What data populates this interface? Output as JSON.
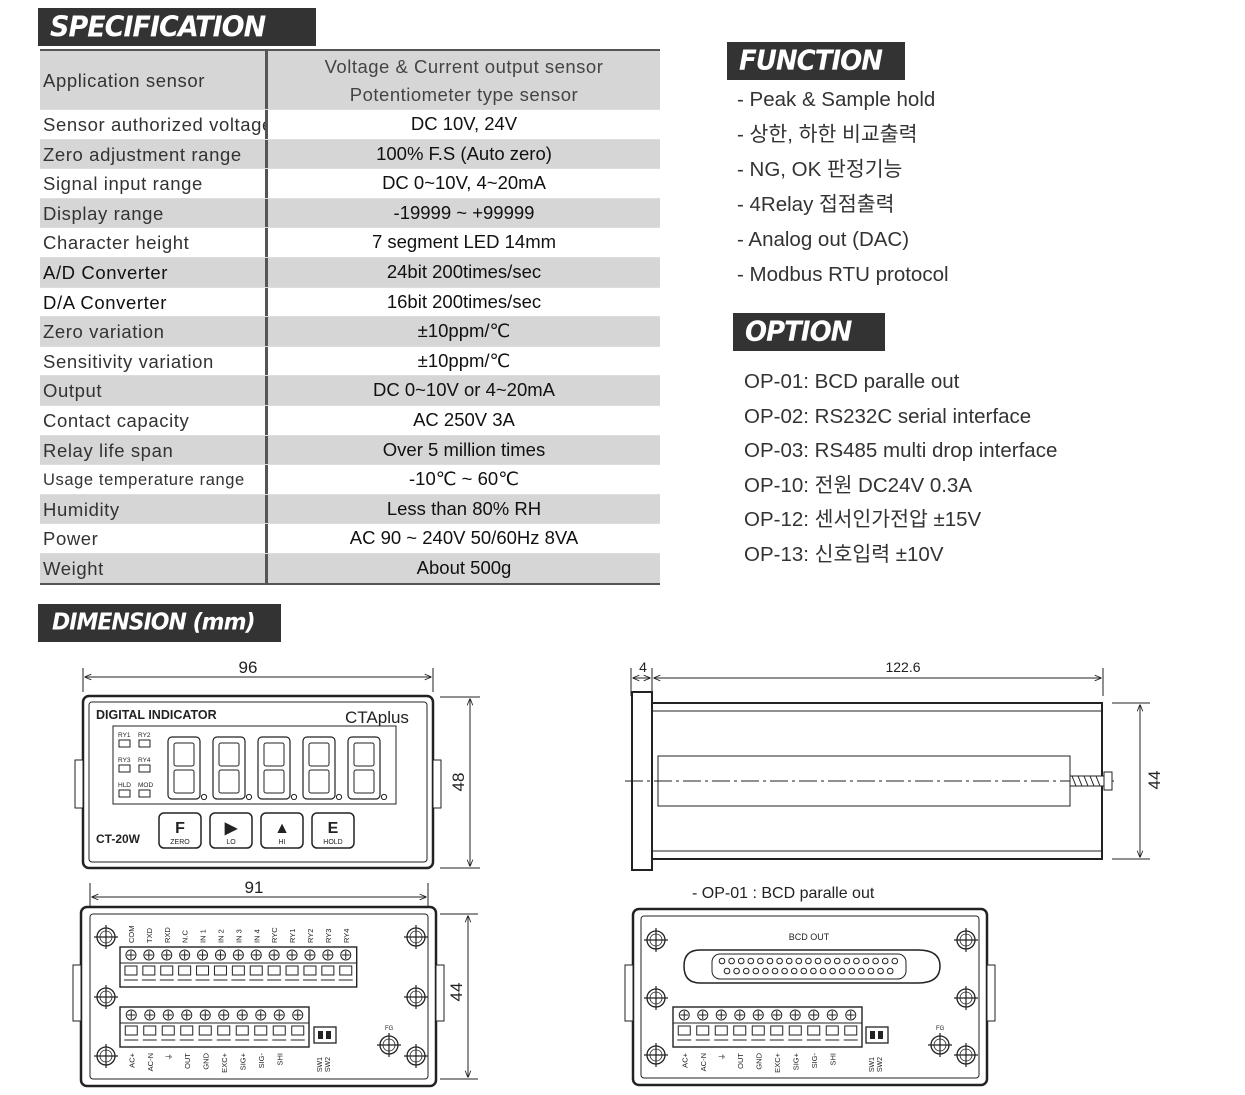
{
  "headers": {
    "specification": "SPECIFICATION",
    "function": "FUNCTION",
    "option": "OPTION",
    "dimension": "DIMENSION (mm)"
  },
  "spec_rows": [
    {
      "label": "Application sensor",
      "value": "Voltage & Current output sensor",
      "value2": "Potentiometer type sensor"
    },
    {
      "label": "Sensor authorized voltage",
      "value": "DC 10V, 24V"
    },
    {
      "label": "Zero adjustment range",
      "value": "100% F.S (Auto zero)"
    },
    {
      "label": "Signal input range",
      "value": "DC 0~10V, 4~20mA"
    },
    {
      "label": "Display range",
      "value": "-19999 ~ +99999"
    },
    {
      "label": "Character height",
      "value": "7 segment LED 14mm"
    },
    {
      "label": "A/D Converter",
      "value": "24bit 200times/sec"
    },
    {
      "label": "D/A Converter",
      "value": "16bit 200times/sec"
    },
    {
      "label": "Zero variation",
      "value": "±10ppm/℃"
    },
    {
      "label": "Sensitivity variation",
      "value": "±10ppm/℃"
    },
    {
      "label": "Output",
      "value": "DC 0~10V or 4~20mA"
    },
    {
      "label": "Contact capacity",
      "value": "AC 250V 3A"
    },
    {
      "label": "Relay life span",
      "value": "Over 5 million times"
    },
    {
      "label": "Usage temperature range",
      "value": "-10℃ ~ 60℃"
    },
    {
      "label": "Humidity",
      "value": "Less than 80% RH"
    },
    {
      "label": "Power",
      "value": "AC 90 ~ 240V 50/60Hz 8VA"
    },
    {
      "label": "Weight",
      "value": "About 500g"
    }
  ],
  "functions": [
    "- Peak & Sample hold",
    "- 상한, 하한 비교출력",
    "- NG, OK 판정기능",
    "- 4Relay 접점출력",
    "- Analog out (DAC)",
    "- Modbus RTU protocol"
  ],
  "options": [
    "OP-01: BCD paralle out",
    "OP-02: RS232C serial interface",
    "OP-03: RS485 multi drop interface",
    "OP-10: 전원 DC24V 0.3A",
    "OP-12: 센서인가전압 ±15V",
    "OP-13: 신호입력 ±10V"
  ],
  "drawing": {
    "front_width": "96",
    "front_height": "48",
    "device_title": "DIGITAL INDICATOR",
    "brand": "CTAplus",
    "model": "CT-20W",
    "leds": [
      "RY1",
      "RY2",
      "RY3",
      "RY4",
      "HLD",
      "MOD"
    ],
    "keys": [
      {
        "symbol": "F",
        "label": "ZERO"
      },
      {
        "symbol": "▶",
        "label": "LO"
      },
      {
        "symbol": "▲",
        "label": "HI"
      },
      {
        "symbol": "E",
        "label": "HOLD"
      }
    ],
    "side_flange": "4",
    "side_depth": "122.6",
    "side_height": "44",
    "rear_width": "91",
    "rear_height": "44",
    "top_terminals": [
      "COM",
      "TXD",
      "RXD",
      "N.C",
      "IN 1",
      "IN 2",
      "IN 3",
      "IN 4",
      "RYC",
      "RY1",
      "RY2",
      "RY3",
      "RY4"
    ],
    "bottom_terminals": [
      "AC+",
      "AC-N",
      "⏚",
      "OUT",
      "GND",
      "EXC+",
      "SIG+",
      "SIG-",
      "SHI"
    ],
    "switches": [
      "SW1",
      "SW2"
    ],
    "fg": "FG",
    "op01_caption": "- OP-01 : BCD paralle out",
    "bcd_label": "BCD OUT"
  }
}
